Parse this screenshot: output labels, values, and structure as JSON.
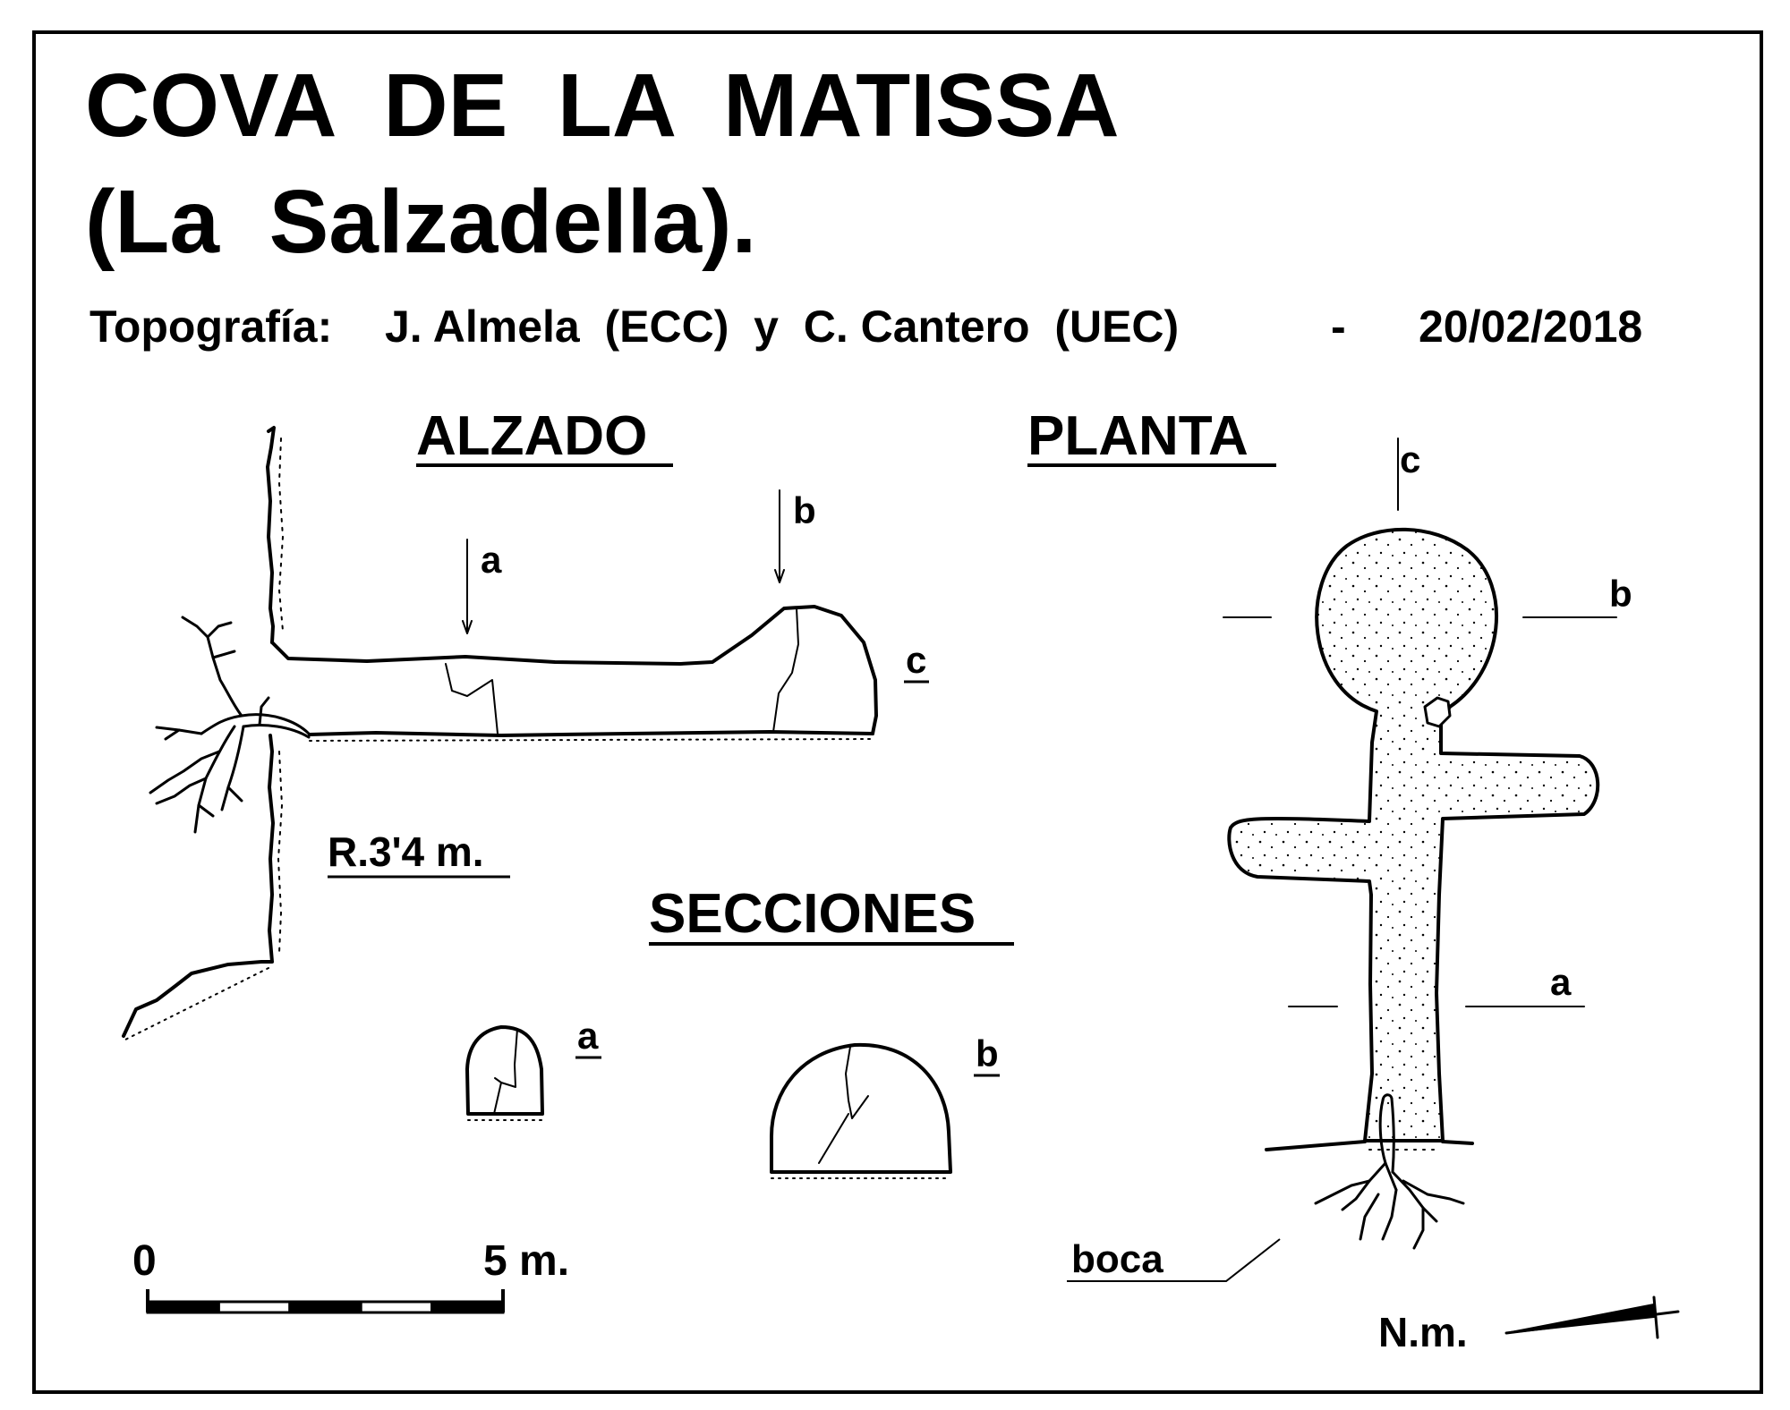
{
  "title": {
    "line1": "COVA  DE  LA  MATISSA",
    "line2": "(La  Salzadella)."
  },
  "credits": {
    "label": "Topografía:",
    "authors": "J. Almela  (ECC)  y  C. Cantero  (UEC)",
    "separator": "-",
    "date": "20/02/2018"
  },
  "sections": {
    "alzado": "ALZADO",
    "planta": "PLANTA",
    "secciones": "SECCIONES"
  },
  "alzado_labels": {
    "a": "a",
    "b": "b",
    "c": "c",
    "depth": "R.3'4 m."
  },
  "secciones_labels": {
    "a": "a",
    "b": "b"
  },
  "planta_labels": {
    "a": "a",
    "b": "b",
    "c": "c",
    "entrance": "boca"
  },
  "scale": {
    "zero": "0",
    "max": "5 m.",
    "segments": 5
  },
  "north": {
    "label": "N.m."
  }
}
